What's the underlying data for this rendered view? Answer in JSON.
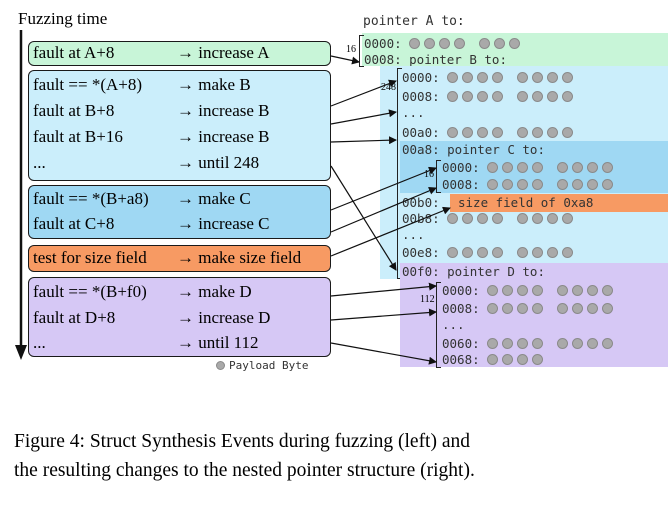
{
  "left": {
    "axis_label": "Fuzzing time",
    "box_a": [
      {
        "cond": "fault at A+8",
        "action": "→ increase A"
      }
    ],
    "box_b": [
      {
        "cond": "fault == *(A+8)",
        "action": "→ make B"
      },
      {
        "cond": "fault at B+8",
        "action": "→ increase B"
      },
      {
        "cond": "fault at B+16",
        "action": "→ increase B"
      },
      {
        "cond": "...",
        "action": "→ until 248"
      }
    ],
    "box_c": [
      {
        "cond": "fault == *(B+a8)",
        "action": "→ make C"
      },
      {
        "cond": "fault at C+8",
        "action": "→ increase C"
      }
    ],
    "box_size": [
      {
        "cond": "test for size field",
        "action": "→ make size field"
      }
    ],
    "box_d": [
      {
        "cond": "fault == *(B+f0)",
        "action": "→ make D"
      },
      {
        "cond": "fault at D+8",
        "action": "→ increase D"
      },
      {
        "cond": "...",
        "action": "→ until 112"
      }
    ],
    "legend": "Payload Byte"
  },
  "right": {
    "a_title": "pointer A to:",
    "a_rows": [
      "0000:",
      "0008: pointer B to:"
    ],
    "a_size": "16",
    "b_rows": {
      "r0000": "0000:",
      "r0008": "0008:",
      "ellipsis1": "...",
      "r00a0": "00a0:",
      "r00a8": "00a8: pointer C to:",
      "r00b0": "00b0:",
      "size_field": "size field of 0xa8",
      "r00b8": "00b8:",
      "ellipsis2": "...",
      "r00e8": "00e8:",
      "r00f0": "00f0: pointer D to:"
    },
    "b_size": "248",
    "c_rows": [
      "0000:",
      "0008:"
    ],
    "c_size": "16",
    "d_rows": {
      "r0000": "0000:",
      "r0008": "0008:",
      "ellipsis": "...",
      "r0060": "0060:",
      "r0068": "0068:"
    },
    "d_size": "112"
  },
  "caption": {
    "line1": "Figure 4: Struct Synthesis Events during fuzzing (left) and",
    "line2": "the resulting changes to the nested pointer structure (right)."
  },
  "colors": {
    "a": "#c8f5d8",
    "b": "#cbeefb",
    "c": "#9fd8f3",
    "size": "#f79a63",
    "d": "#d6c8f5"
  }
}
